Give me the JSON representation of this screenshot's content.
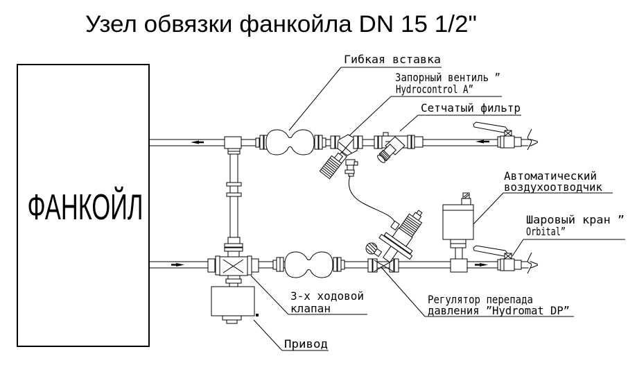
{
  "title": "Узел обвязки фанкойла DN 15  1/2\"",
  "fancoil_label": "ФАНКОЙЛ",
  "colors": {
    "line": "#000000",
    "background": "#ffffff"
  },
  "labels": {
    "flexible_insert": {
      "line1": "Гибкая вставка"
    },
    "shutoff_valve": {
      "line1": "Запорный вентиль ”",
      "line2": "Hydrocontrol A”"
    },
    "strainer": {
      "line1": "Сетчатый фильтр"
    },
    "air_vent": {
      "line1": "Автоматический",
      "line2": "воздухоотводчик"
    },
    "ball_valve": {
      "line1": "Шаровый кран ”",
      "line2": "Orbital”"
    },
    "three_way_valve": {
      "line1": "3-х ходовой",
      "line2": "клапан"
    },
    "actuator": {
      "line1": "Привод"
    },
    "dp_regulator": {
      "line1": "Регулятор перепада",
      "line2": "давления ”Hydromat DP”"
    }
  }
}
